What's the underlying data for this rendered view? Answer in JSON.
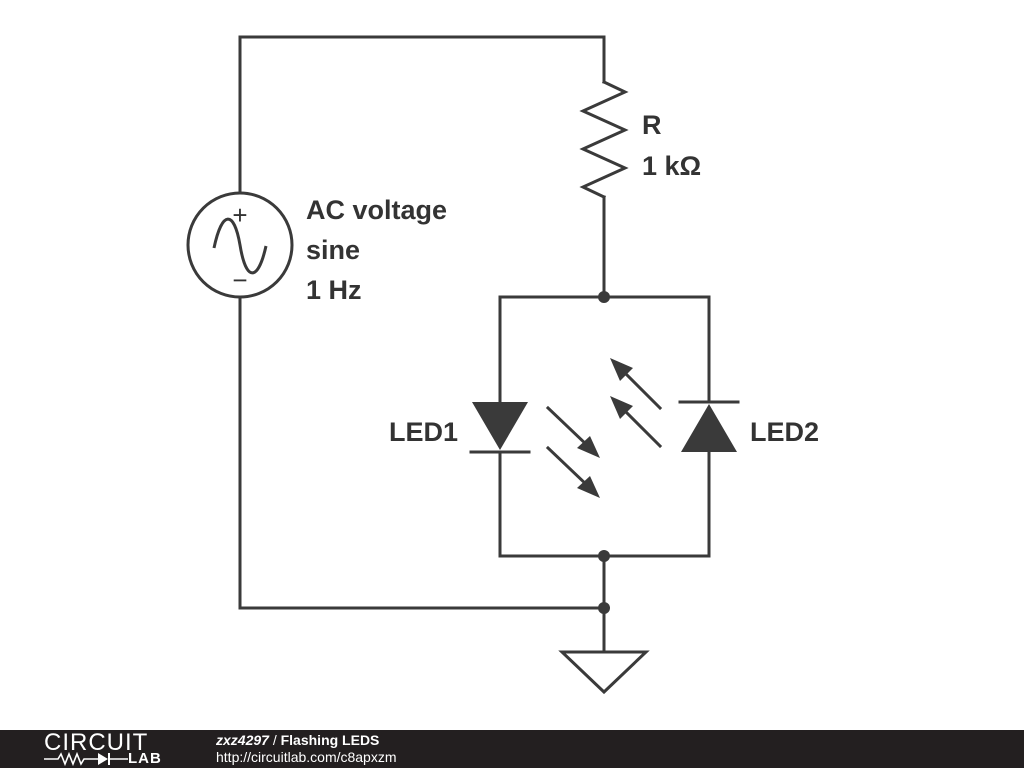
{
  "source": {
    "label_line1": "AC voltage",
    "label_line2": "sine",
    "label_line3": "1 Hz",
    "plus_symbol": "+",
    "minus_symbol": "−"
  },
  "resistor": {
    "name": "R",
    "value": "1 kΩ"
  },
  "led1": {
    "name": "LED1"
  },
  "led2": {
    "name": "LED2"
  },
  "footer": {
    "logo_top": "CIRCUIT",
    "logo_bottom": "LAB",
    "author": "zxz4297",
    "separator": " / ",
    "title": "Flashing LEDS",
    "url": "http://circuitlab.com/c8apxzm"
  },
  "colors": {
    "wire": "#3a3a3a",
    "text": "#333333",
    "footer_bg": "#231f20"
  }
}
